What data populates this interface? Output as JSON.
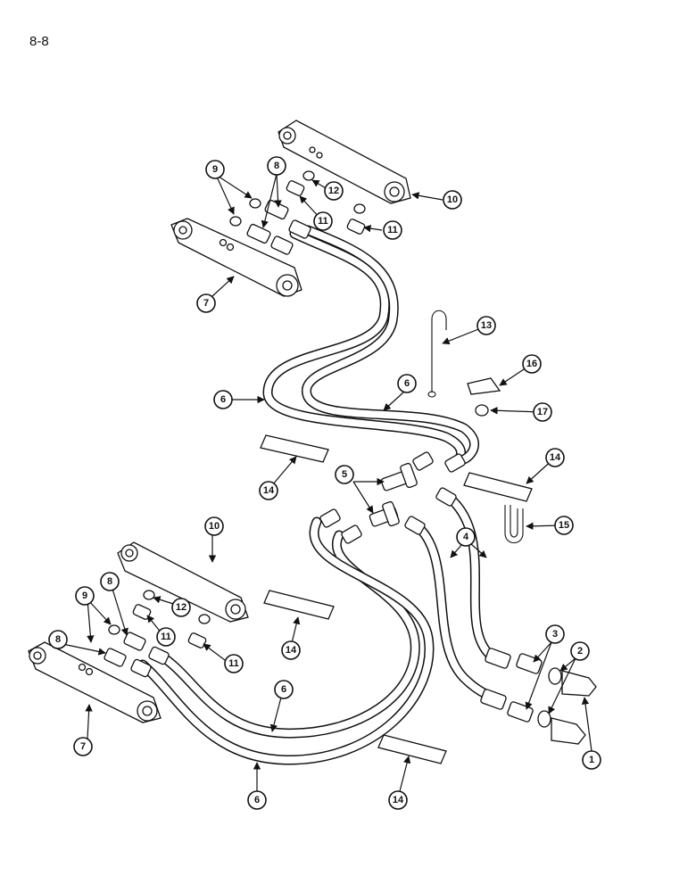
{
  "page": {
    "title": "8-8"
  },
  "callouts": [
    {
      "label": "1"
    },
    {
      "label": "2"
    },
    {
      "label": "3"
    },
    {
      "label": "4"
    },
    {
      "label": "5"
    },
    {
      "label": "6"
    },
    {
      "label": "6"
    },
    {
      "label": "6"
    },
    {
      "label": "6"
    },
    {
      "label": "7"
    },
    {
      "label": "7"
    },
    {
      "label": "8"
    },
    {
      "label": "8"
    },
    {
      "label": "8"
    },
    {
      "label": "9"
    },
    {
      "label": "9"
    },
    {
      "label": "10"
    },
    {
      "label": "10"
    },
    {
      "label": "11"
    },
    {
      "label": "11"
    },
    {
      "label": "11"
    },
    {
      "label": "11"
    },
    {
      "label": "12"
    },
    {
      "label": "12"
    },
    {
      "label": "13"
    },
    {
      "label": "14"
    },
    {
      "label": "14"
    },
    {
      "label": "14"
    },
    {
      "label": "14"
    },
    {
      "label": "15"
    },
    {
      "label": "16"
    },
    {
      "label": "17"
    }
  ]
}
